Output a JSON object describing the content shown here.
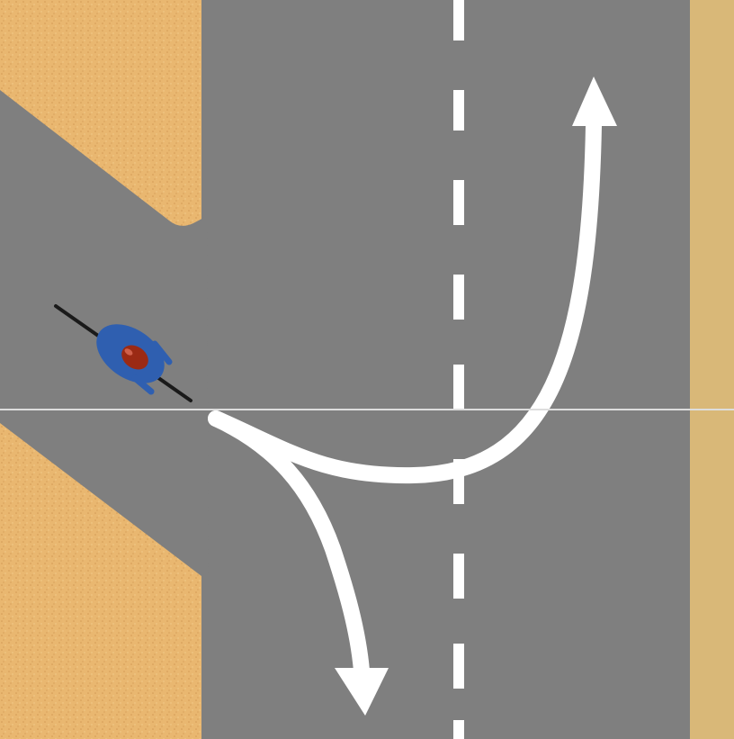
{
  "diagram": {
    "subject": "cyclist-turning-at-junction",
    "colors": {
      "verge": "#e9b770",
      "verge_far_right": "#d9b878",
      "road": "#7f7f7f",
      "marking": "#ffffff",
      "rider_body": "#2f5fb0",
      "rider_helmet": "#9b2a14",
      "bicycle_frame": "#1a1a1a",
      "scan_seam": "#dddddd"
    },
    "elements": {
      "side_road": "side-road-joining-from-left",
      "main_road": "main-road-vertical",
      "centre_line": "dashed-centre-line",
      "route_right": "arrow-turning-right-onto-main-road",
      "route_left": "arrow-turning-left-onto-main-road",
      "rider": "cyclist-on-side-road"
    }
  }
}
